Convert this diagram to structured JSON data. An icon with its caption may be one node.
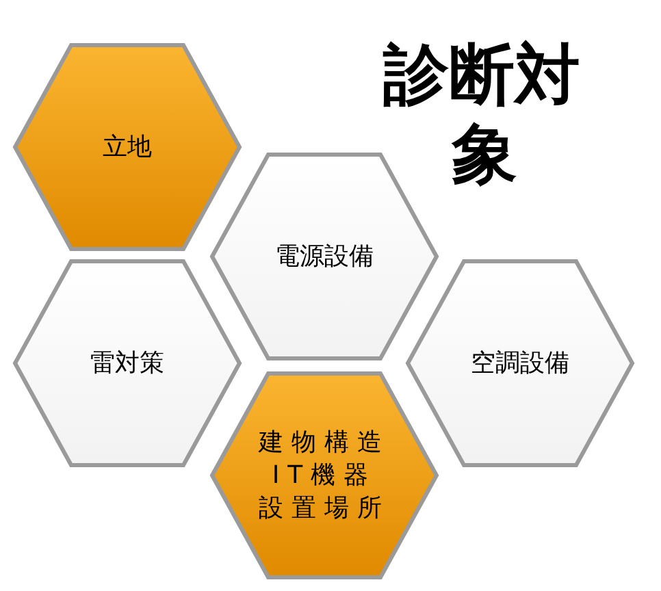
{
  "diagram": {
    "title": "診断対象",
    "nodes": [
      {
        "text": [
          "立地"
        ]
      },
      {
        "text": [
          "電源設備"
        ]
      },
      {
        "text": [
          "雷対策"
        ]
      },
      {
        "text": [
          "空調設備"
        ]
      },
      {
        "text": [
          "建物構造IT機器設置場所"
        ]
      }
    ]
  }
}
